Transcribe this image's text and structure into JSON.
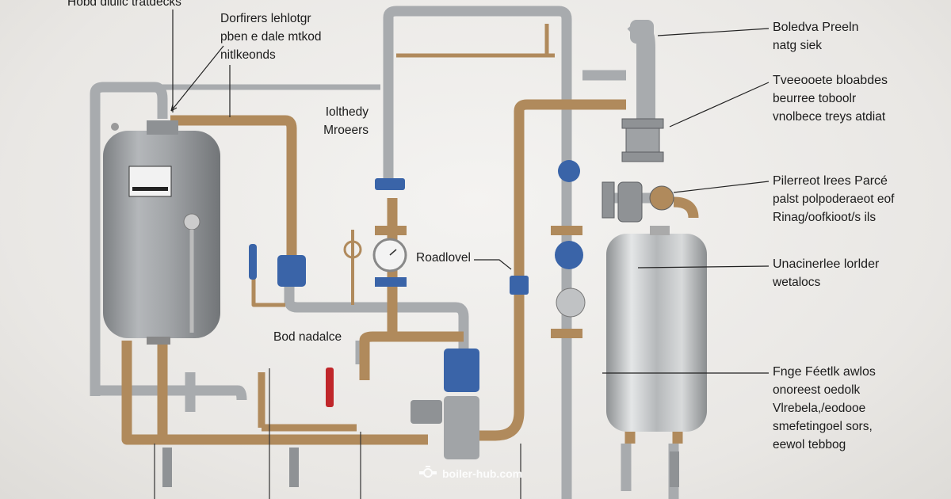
{
  "labels": {
    "top_left": {
      "lines": [
        "Hobd dlulic tratdecks"
      ]
    },
    "top_center": {
      "lines": [
        "Dorfirers lehlotgr",
        "pben e dale mtkod",
        "nitlkeonds"
      ]
    },
    "middle_upper": {
      "lines": [
        "Iolthedy",
        "Mroeers"
      ]
    },
    "middle_gauge": {
      "lines": [
        "Roadlovel"
      ]
    },
    "middle_lower": {
      "lines": [
        "Bod nadalce"
      ]
    },
    "right_1": {
      "lines": [
        "Boledva Preeln",
        "natg siek"
      ]
    },
    "right_2": {
      "lines": [
        "Tveeooete bloabdes",
        "beurree toboolr",
        "vnolbece treys atdiat"
      ]
    },
    "right_3": {
      "lines": [
        "Pilerreot lrees Parcé",
        "palst polpoderaeot eof",
        "Rinag/oofkioot/s ils"
      ]
    },
    "right_4": {
      "lines": [
        "Unacinerlee lorlder",
        "wetalocs"
      ]
    },
    "right_5": {
      "lines": [
        "Fnge Féetlk awlos",
        "onoreest oedolk",
        "Vlrebela,/eodooe",
        "smefetingoel sors,",
        "eewol tebbog"
      ]
    }
  },
  "watermark": {
    "text": "boiler-hub.com",
    "icon": "valve-icon"
  },
  "colors": {
    "steel_pipe": "#a8abae",
    "copper_pipe": "#b08a5c",
    "valve_blue": "#3a64a8",
    "valve_red": "#c0262a",
    "tank_gray": "#9ea1a4",
    "tank_steel": "#c9cbcc"
  }
}
